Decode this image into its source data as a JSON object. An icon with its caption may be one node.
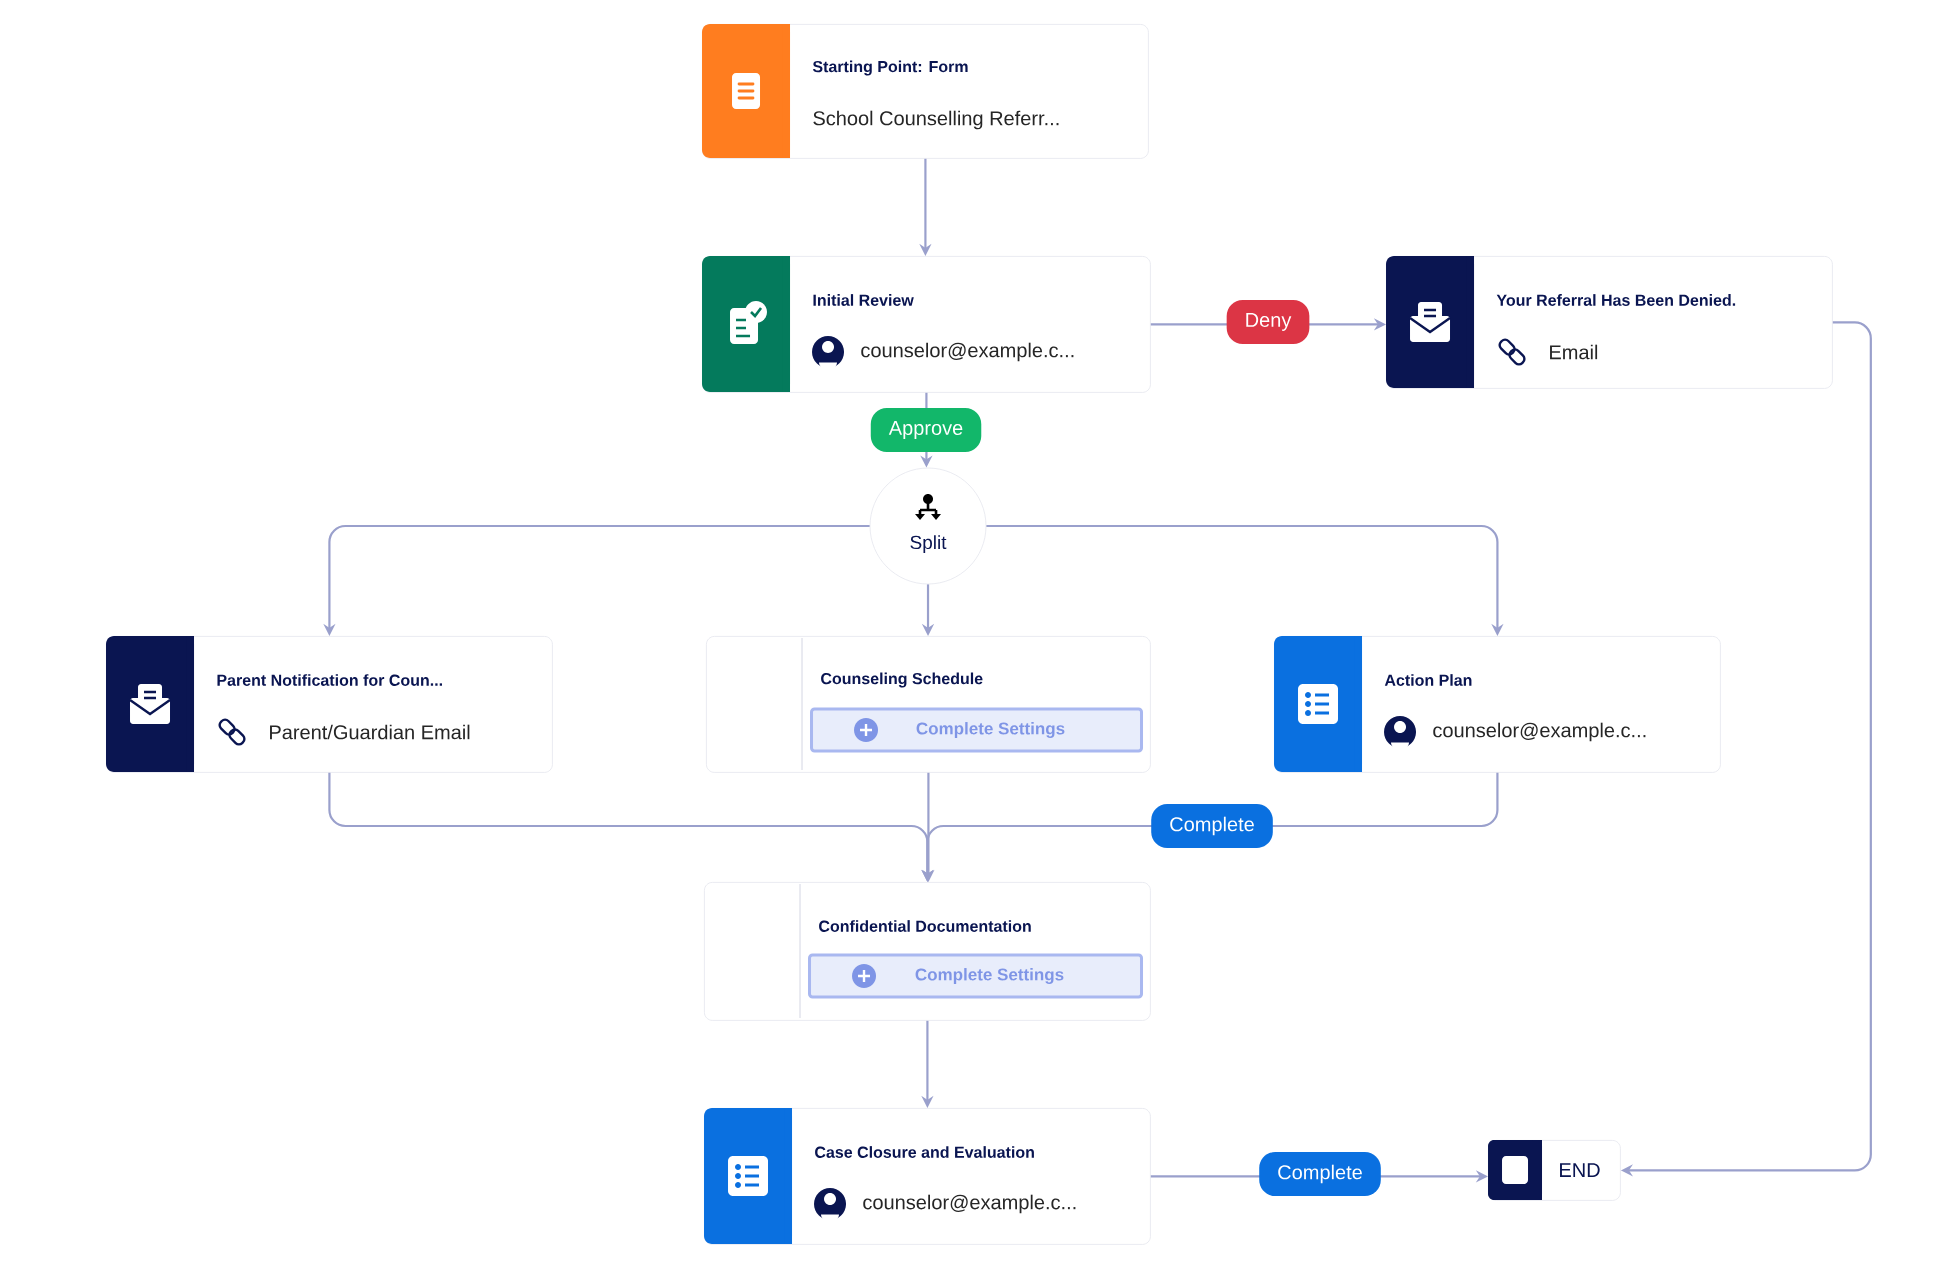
{
  "diagram": {
    "nodes": [
      {
        "text": [
          "Starting Point: Form",
          "School Counselling Referr..."
        ]
      },
      {
        "text": [
          "Initial Review",
          "counselor@example.c..."
        ]
      },
      {
        "text": [
          "Your Referral Has Been Denied.",
          "Email"
        ]
      },
      {
        "text": [
          "Split"
        ]
      },
      {
        "text": [
          "Parent Notification for Coun...",
          "Parent/Guardian Email"
        ]
      },
      {
        "text": [
          "Counseling Schedule",
          "Complete Settings"
        ]
      },
      {
        "text": [
          "Action Plan",
          "counselor@example.c..."
        ]
      },
      {
        "text": [
          "Confidential Documentation",
          "Complete Settings"
        ]
      },
      {
        "text": [
          "Case Closure and Evaluation",
          "counselor@example.c..."
        ]
      },
      {
        "text": [
          "END"
        ]
      }
    ],
    "edges": [
      {
        "from": 0,
        "to": 1,
        "arrow": "to"
      },
      {
        "from": 1,
        "to": 2,
        "arrow": "to",
        "label": "Deny"
      },
      {
        "from": 1,
        "to": 3,
        "arrow": "to",
        "label": "Approve"
      },
      {
        "from": 3,
        "to": 4,
        "arrow": "to"
      },
      {
        "from": 3,
        "to": 5,
        "arrow": "to"
      },
      {
        "from": 3,
        "to": 6,
        "arrow": "to"
      },
      {
        "from": 4,
        "to": 7,
        "arrow": "to"
      },
      {
        "from": 5,
        "to": 7,
        "arrow": "to"
      },
      {
        "from": 6,
        "to": 7,
        "arrow": "to",
        "label": "Complete"
      },
      {
        "from": 7,
        "to": 8,
        "arrow": "to"
      },
      {
        "from": 8,
        "to": 9,
        "arrow": "to",
        "label": "Complete"
      },
      {
        "from": 2,
        "to": 9,
        "arrow": "to"
      }
    ]
  }
}
